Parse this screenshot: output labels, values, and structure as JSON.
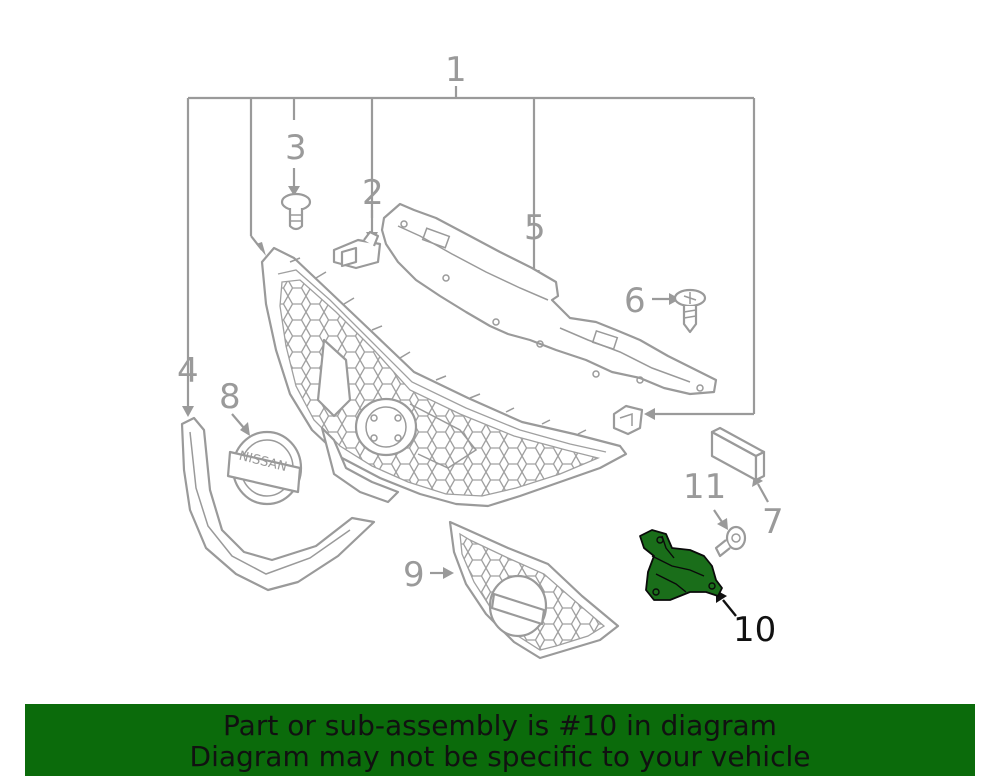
{
  "callouts": {
    "c1": "1",
    "c2": "2",
    "c3": "3",
    "c4": "4",
    "c5": "5",
    "c6": "6",
    "c7": "7",
    "c8": "8",
    "c9": "9",
    "c10": "10",
    "c11": "11"
  },
  "emblem_text": "NISSAN",
  "highlight": {
    "part_number": "10",
    "color": "#1a6e1a"
  },
  "banner": {
    "line1": "Part or sub-assembly is #10 in diagram",
    "line2": "Diagram may not be specific to your vehicle",
    "background": "#0b6b0b"
  }
}
